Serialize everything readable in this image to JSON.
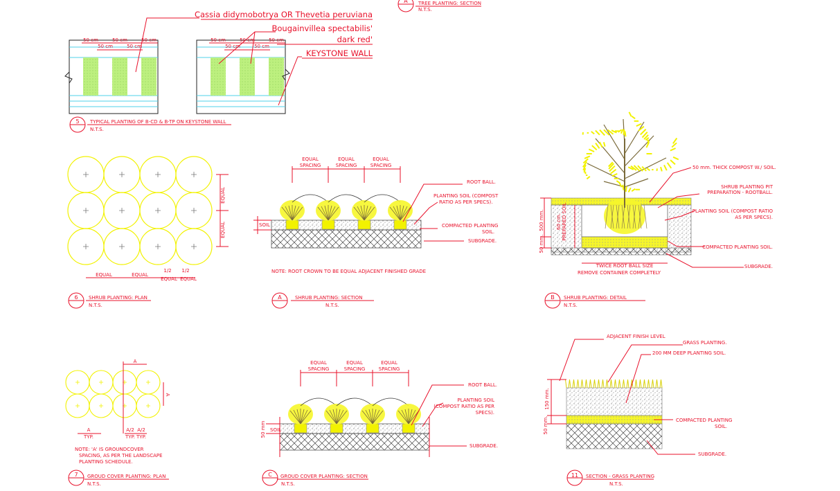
{
  "colors": {
    "annotation": "#e8102a",
    "plant_yellow": "#f2f200",
    "grass_green": "#b8f07a",
    "course_lines": "#4fd2e8",
    "soil_gray": "#9a9a9a"
  },
  "tree_section": {
    "tag": "A",
    "title": "TREE PLANTING: SECTION",
    "scale": "N.T.S."
  },
  "detail5": {
    "labels": {
      "cassia": "Cassia didymobotrya OR Thevetia peruviana",
      "bougainvillea_1": "Bougainvillea spectabilis'",
      "bougainvillea_2": "dark red'",
      "keystone": "KEYSTONE WALL"
    },
    "dims": {
      "fifty": "50 cm"
    },
    "tag": "5",
    "title": "TYPICAL PLANTING OF B-CD & B-TP ON KEYSTONE WALL",
    "scale": "N.T.S."
  },
  "detail6": {
    "equal": "EQUAL",
    "half": "1/2",
    "tag": "6",
    "title": "SHRUB PLANTING: PLAN",
    "scale": "N.T.S."
  },
  "detailA_shrub": {
    "equal": "EQUAL",
    "spacing": "SPACING",
    "root_ball": "ROOT BALL.",
    "planting_soil_1": "PLANTING SOIL (COMPOST",
    "planting_soil_2": "RATIO AS PER SPECS).",
    "compacted_1": "COMPACTED PLANTING",
    "compacted_2": "SOIL.",
    "subgrade": "SUBGRADE.",
    "soil": "SOIL",
    "note": "NOTE: ROOT CROWN TO BE EQUAL ADJACENT FINISHED GRADE",
    "tag": "A",
    "title": "SHRUB PLANTING: SECTION",
    "scale": "N.T.S."
  },
  "detailB": {
    "compost": "50 mm. THICK COMPOST W./ SOIL.",
    "pit_1": "SHRUB PLANTING PIT",
    "pit_2": "PREPARATION - ROOTBALL.",
    "planting_soil_1": "PLANTING SOIL (COMPOST RATIO",
    "planting_soil_2": "AS PER SPECS).",
    "compacted": "COMPACTED PLANTING SOIL.",
    "subgrade": "SUBGRADE.",
    "twice": "TWICE ROOT BALL SIZE",
    "remove": "REMOVE CONTAINER COMPLETELY",
    "dim_500": "500 mm.",
    "dim_60": "60 cm.",
    "prepared": "PREPARED SOIL",
    "dim_50": "50 mm.",
    "tag": "B",
    "title": "SHRUB PLANTING: DETAIL",
    "scale": "N.T.S."
  },
  "detail7": {
    "a": "A",
    "typ": "TYP.",
    "half_a": "A/2",
    "note_1": "NOTE: 'A' IS GROUNDCOVER",
    "note_2": "SPACING, AS PER THE LANDSCAPE",
    "note_3": "PLANTING SCHEDULE.",
    "tag": "7",
    "title": "GROUD COVER PLANTING: PLAN",
    "scale": "N.T.S."
  },
  "detailC": {
    "equal": "EQUAL",
    "spacing": "SPACING",
    "root_ball": "ROOT BALL.",
    "planting_soil_1": "PLANTING SOIL",
    "planting_soil_2": "(COMPOST RATIO AS PER",
    "planting_soil_3": "SPECS).",
    "subgrade": "SUBGRADE.",
    "soil": "SOIL",
    "dim": "50 mm",
    "tag": "C",
    "title": "GROUD COVER PLANTING: SECTION",
    "scale": "N.T.S."
  },
  "detail11": {
    "finish": "ADJACENT FINISH LEVEL",
    "grass": "GRASS PLANTING.",
    "deep": "200 MM DEEP PLANTING SOIL.",
    "compacted_1": "COMPACTED PLANTING",
    "compacted_2": "SOIL.",
    "subgrade": "SUBGRADE.",
    "dim_150": "150 mm.",
    "dim_50": "50 mm.",
    "tag": "11",
    "title": "SECTION - GRASS PLANTING",
    "scale": "N.T.S."
  }
}
